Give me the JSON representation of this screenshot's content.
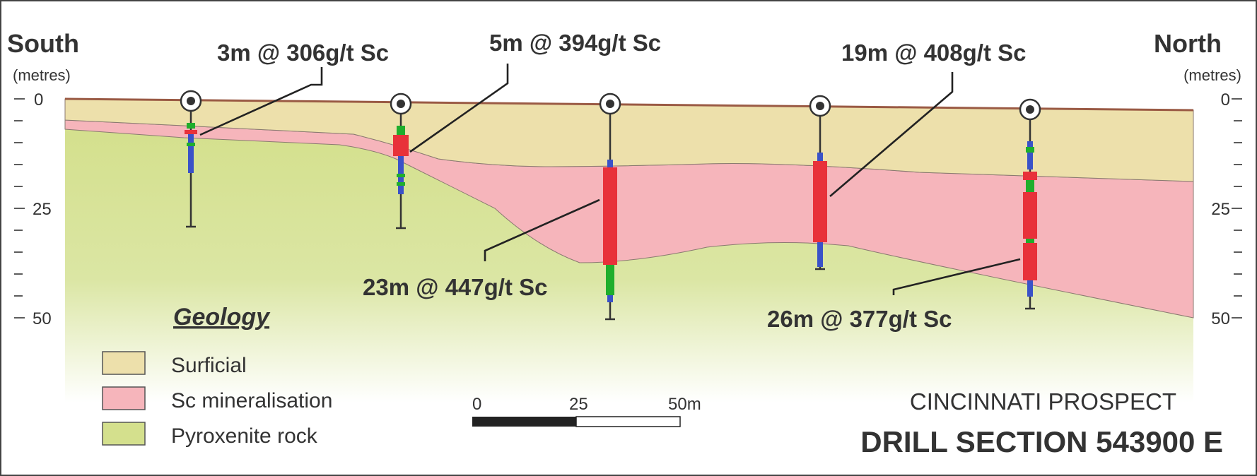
{
  "orientation": {
    "left": "South",
    "right": "North",
    "unit": "(metres)"
  },
  "depth_axis": {
    "labels": [
      "0",
      "25",
      "50"
    ],
    "values_m": [
      0,
      25,
      50
    ]
  },
  "intercepts": [
    {
      "label": "3m @ 306g/t Sc"
    },
    {
      "label": "5m @ 394g/t Sc"
    },
    {
      "label": "23m @ 447g/t Sc"
    },
    {
      "label": "19m @ 408g/t Sc"
    },
    {
      "label": "26m @ 377g/t Sc"
    }
  ],
  "legend": {
    "title": "Geology",
    "items": [
      {
        "label": "Surficial",
        "color": "#ede0ab"
      },
      {
        "label": "Sc mineralisation",
        "color": "#f6b5bb"
      },
      {
        "label": "Pyroxenite rock",
        "color": "#d4e08d"
      }
    ]
  },
  "scale_bar": {
    "labels": [
      "0",
      "25",
      "50m"
    ]
  },
  "title": {
    "prospect": "CINCINNATI PROSPECT",
    "section": "DRILL SECTION 543900 E"
  },
  "colors": {
    "surface": "#9a5a44",
    "intercept": "#e8313a",
    "assay_blue": "#3a52c8",
    "assay_green": "#1fae2c"
  }
}
